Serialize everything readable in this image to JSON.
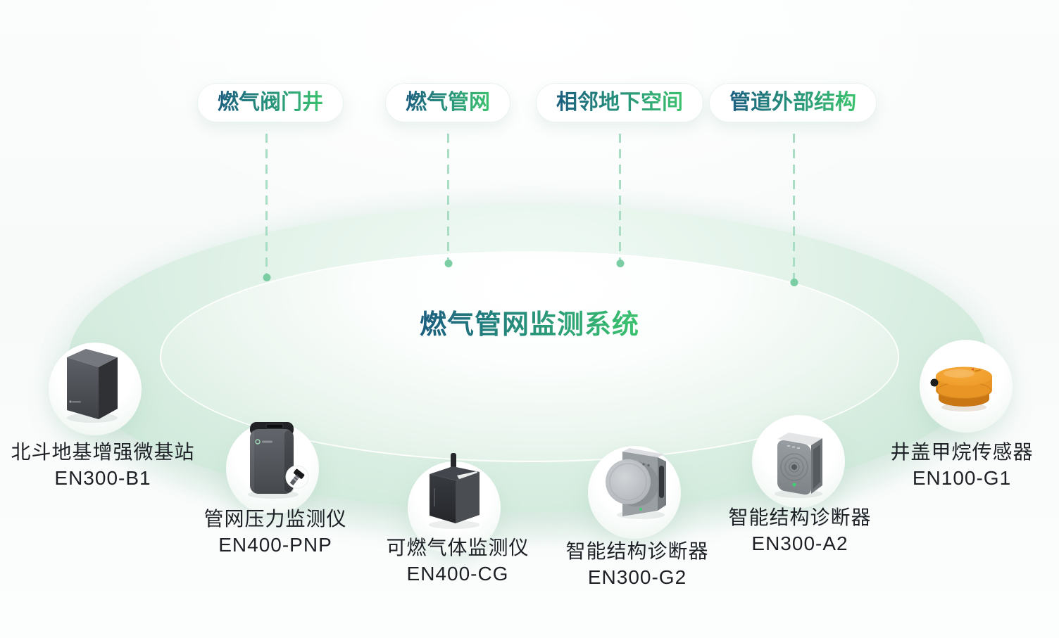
{
  "title": "燃气管网监测系统",
  "categories": [
    {
      "label": "燃气阀门井"
    },
    {
      "label": "燃气管网"
    },
    {
      "label": "相邻地下空间"
    },
    {
      "label": "管道外部结构"
    }
  ],
  "devices": [
    {
      "name": "北斗地基增强微基站",
      "model": "EN300-B1"
    },
    {
      "name": "管网压力监测仪",
      "model": "EN400-PNP"
    },
    {
      "name": "可燃气体监测仪",
      "model": "EN400-CG"
    },
    {
      "name": "智能结构诊断器",
      "model": "EN300-G2"
    },
    {
      "name": "智能结构诊断器",
      "model": "EN300-A2"
    },
    {
      "name": "井盖甲烷传感器",
      "model": "EN100-G1"
    }
  ],
  "colors": {
    "text_gradient_start": "#1c5e80",
    "text_gradient_mid": "#27907b",
    "text_gradient_end": "#3cc36e",
    "connector_dash": "#a9ddc4",
    "connector_dot": "#7bcda4",
    "platform_ring": "#c6e5d4",
    "device_orange": "#ee9a28",
    "label_text": "#1d2126"
  }
}
